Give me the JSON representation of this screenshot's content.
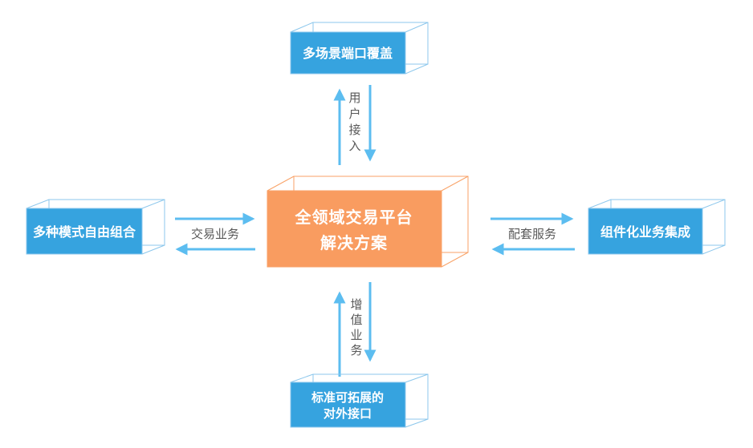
{
  "colors": {
    "box_blue": "#36A3DF",
    "box_blue_stroke": "#8CC7EC",
    "box_orange": "#F99C60",
    "box_orange_stroke": "#F9A267",
    "arrow": "#5CBDF0",
    "edge_label": "#595959",
    "box_text": "#FFFFFF"
  },
  "nodes": {
    "center": {
      "lines": [
        "全领域交易平台",
        "解决方案"
      ]
    },
    "top": {
      "label": "多场景端口覆盖"
    },
    "left": {
      "label": "多种模式自由组合"
    },
    "right": {
      "label": "组件化业务集成"
    },
    "bottom": {
      "lines": [
        "标准可拓展的",
        "对外接口"
      ]
    }
  },
  "edges": {
    "top": {
      "label": "用户接入",
      "chars": [
        "用",
        "户",
        "接",
        "入"
      ]
    },
    "left": {
      "label": "交易业务"
    },
    "right": {
      "label": "配套服务"
    },
    "bottom": {
      "label": "增值业务",
      "chars": [
        "增",
        "值",
        "业",
        "务"
      ]
    }
  }
}
